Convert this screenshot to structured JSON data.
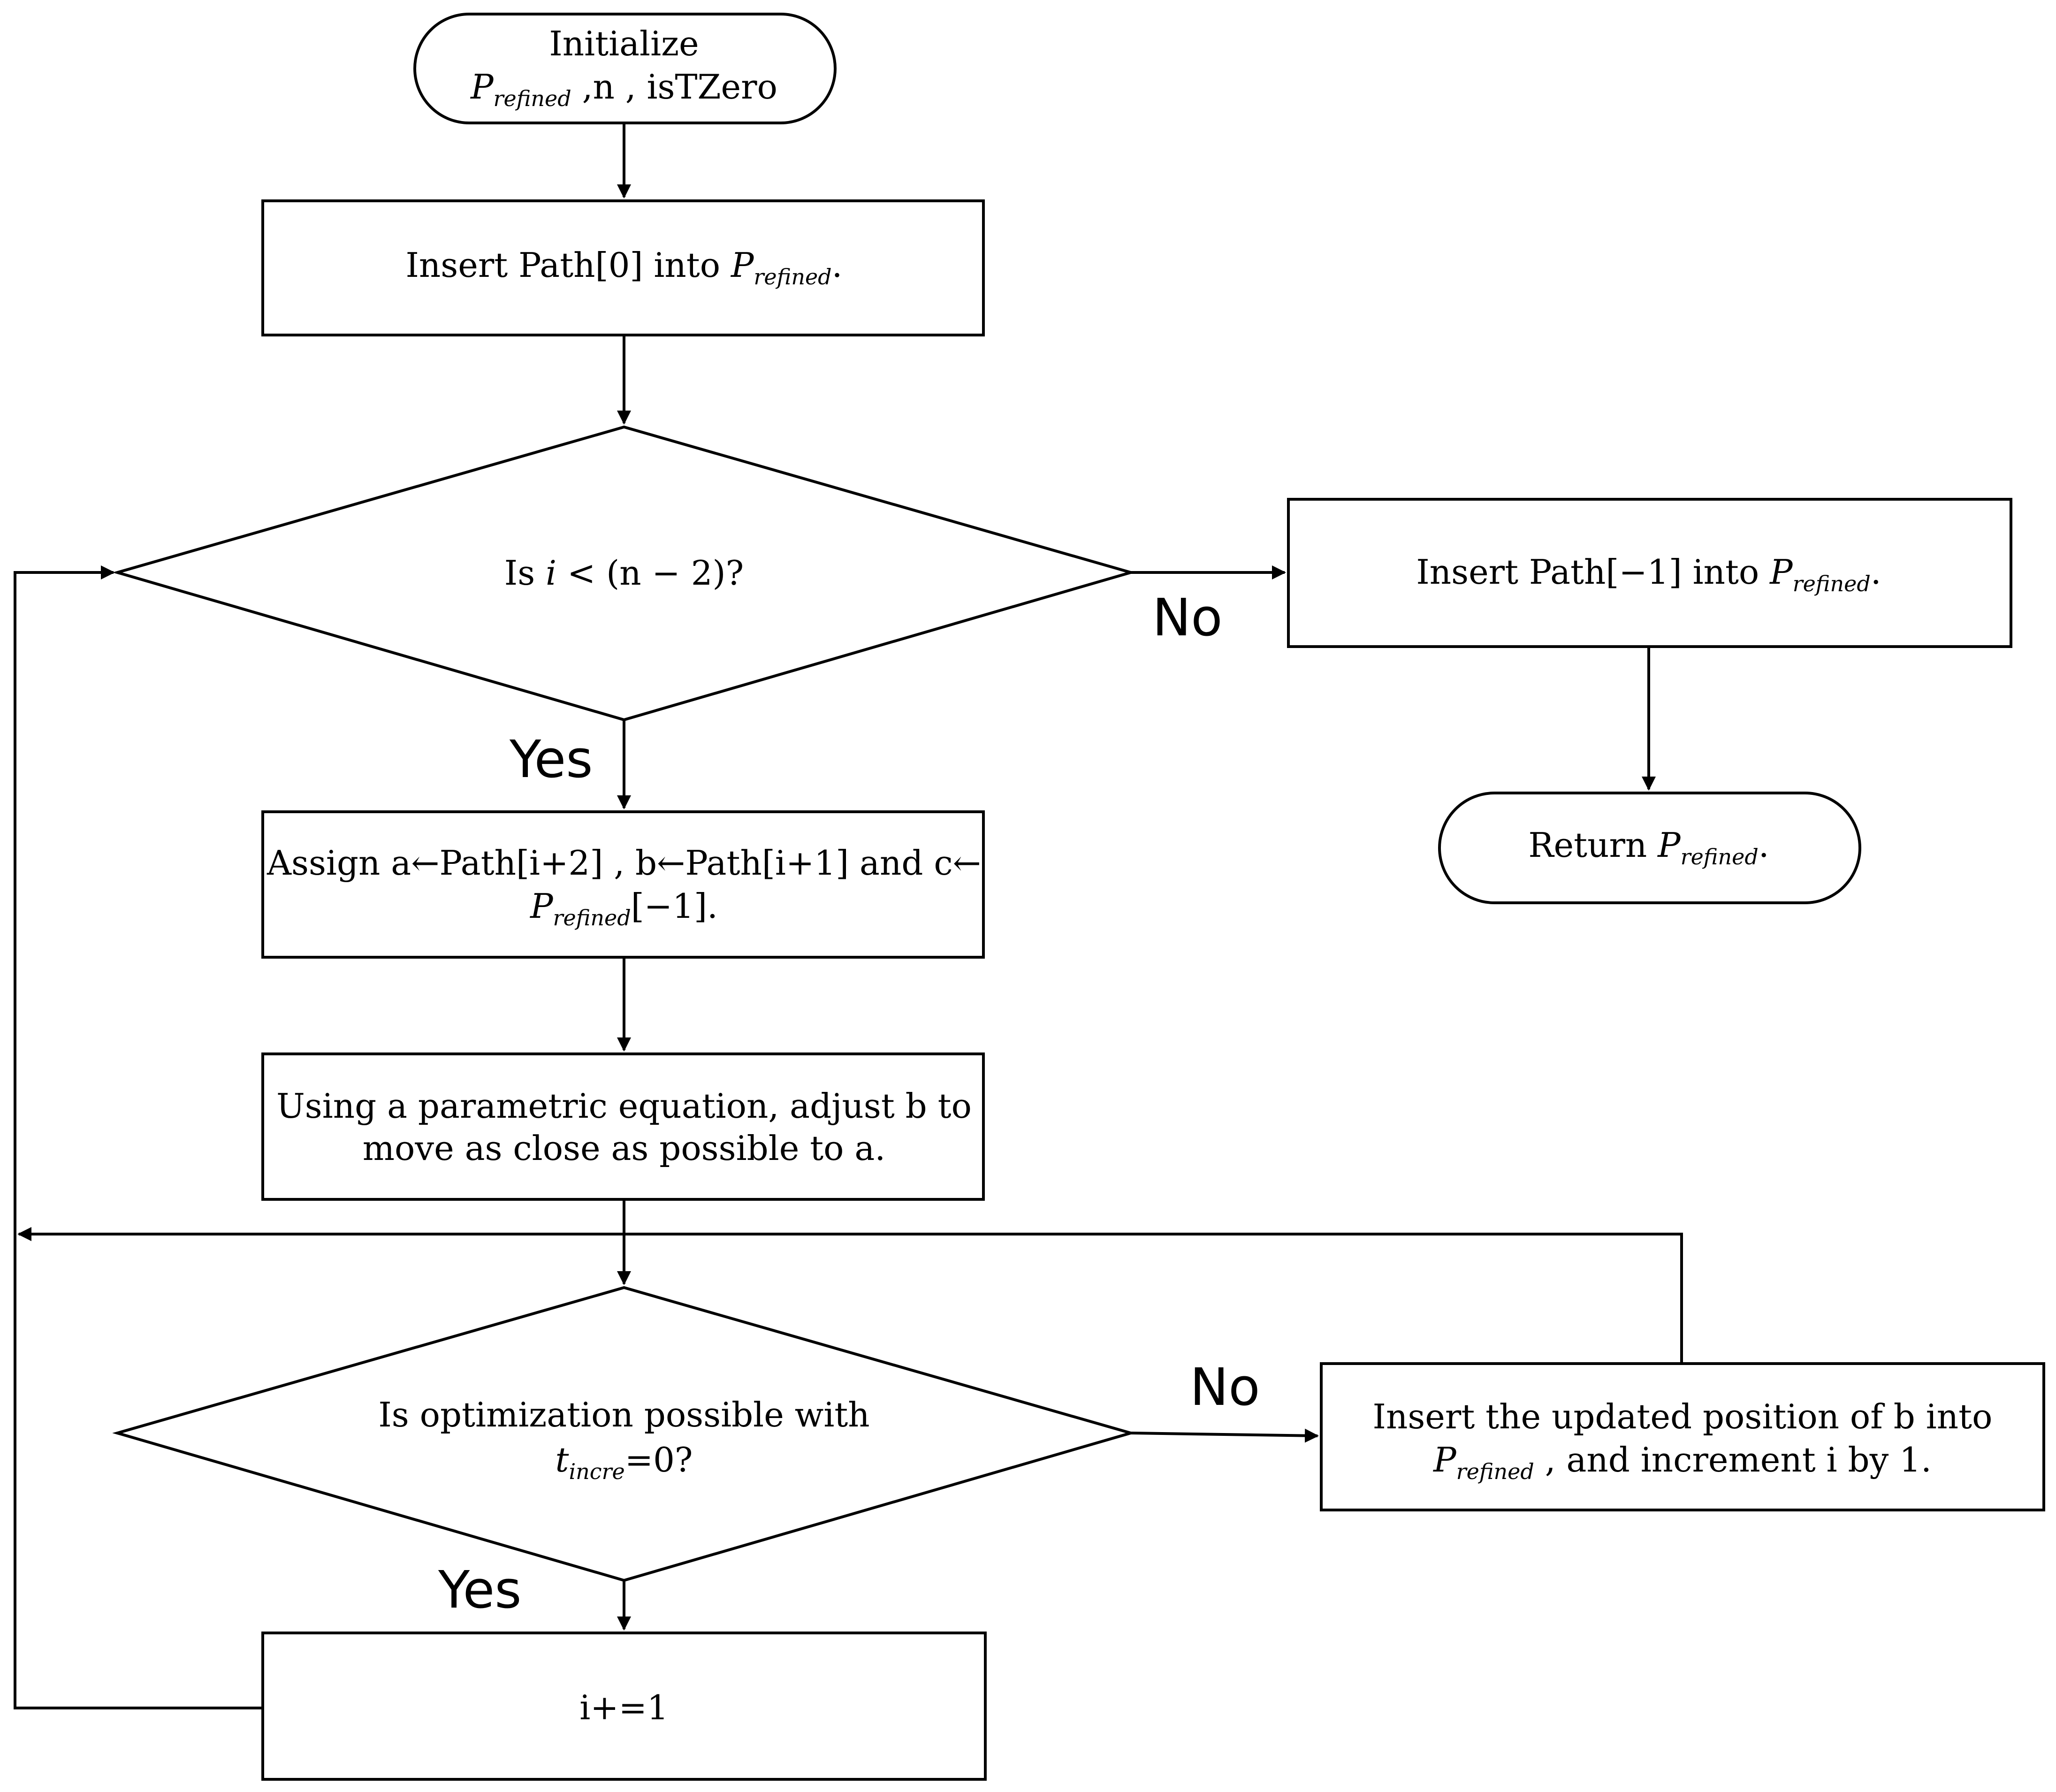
{
  "nodes": {
    "start": {
      "line1": "Initialize",
      "var": "P",
      "sub": "refined",
      "rest": " ,n , isTZero"
    },
    "insert_first": {
      "pre": "Insert Path[0] into ",
      "var": "P",
      "sub": "refined",
      "post": "."
    },
    "loop_check": {
      "pre": "Is ",
      "var_i": "i",
      "expr": " < (n − 2)?"
    },
    "insert_last": {
      "pre": "Insert Path[−1] into ",
      "var": "P",
      "sub": "refined",
      "post": "."
    },
    "return": {
      "pre": "Return ",
      "var": "P",
      "sub": "refined",
      "post": "."
    },
    "assign": {
      "line1": "Assign a←Path[i+2] , b←Path[i+1] and c←",
      "var": "P",
      "sub": "refined",
      "post": "[−1]."
    },
    "adjust": {
      "line1": "Using a parametric equation, adjust b to",
      "line2": "move as close as possible to a."
    },
    "opt_check": {
      "line1": "Is optimization possible with",
      "var": "t",
      "sub": "incre",
      "post": "=0?"
    },
    "insert_updated": {
      "line1": "Insert the updated position of b into",
      "var": "P",
      "sub": "refined",
      "post": " , and increment i by 1."
    },
    "increment": {
      "text": "i+=1"
    }
  },
  "edge_labels": {
    "loop_no": "No",
    "loop_yes": "Yes",
    "opt_no": "No",
    "opt_yes": "Yes"
  }
}
